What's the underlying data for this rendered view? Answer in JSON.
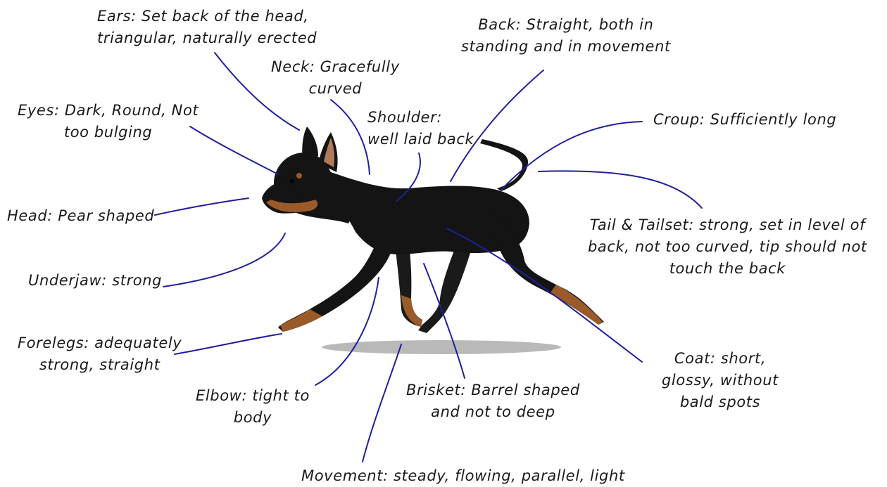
{
  "colors": {
    "leader_line": "#1f1f9e",
    "dog_body": "#141414",
    "dog_tan": "#9a5a2a",
    "shadow": "#b9b9b9",
    "text": "#1a1a1a"
  },
  "labels": {
    "ears": {
      "line1": "Ears: Set back of the head,",
      "line2": "triangular, naturally erected"
    },
    "neck": {
      "line1": "Neck: Gracefully",
      "line2": "curved"
    },
    "back": {
      "line1": "Back: Straight, both in",
      "line2": "standing and in movement"
    },
    "eyes": {
      "line1": "Eyes: Dark, Round, Not",
      "line2": "too bulging"
    },
    "shoulder": {
      "line1": "Shoulder:",
      "line2": "well laid back"
    },
    "croup": {
      "line1": "Croup: Sufficiently long"
    },
    "head": {
      "line1": "Head: Pear shaped"
    },
    "tail": {
      "line1": "Tail & Tailset: strong, set in level of",
      "line2": "back, not too curved, tip should not",
      "line3": "touch the back"
    },
    "underjaw": {
      "line1": "Underjaw: strong"
    },
    "forelegs": {
      "line1": "Forelegs: adequately",
      "line2": "strong, straight"
    },
    "coat": {
      "line1": "Coat: short,",
      "line2": "glossy, without",
      "line3": "bald spots"
    },
    "elbow": {
      "line1": "Elbow: tight to",
      "line2": "body"
    },
    "brisket": {
      "line1": "Brisket: Barrel shaped",
      "line2": "and not to deep"
    },
    "movement": {
      "line1": "Movement: steady, flowing, parallel, light"
    }
  }
}
